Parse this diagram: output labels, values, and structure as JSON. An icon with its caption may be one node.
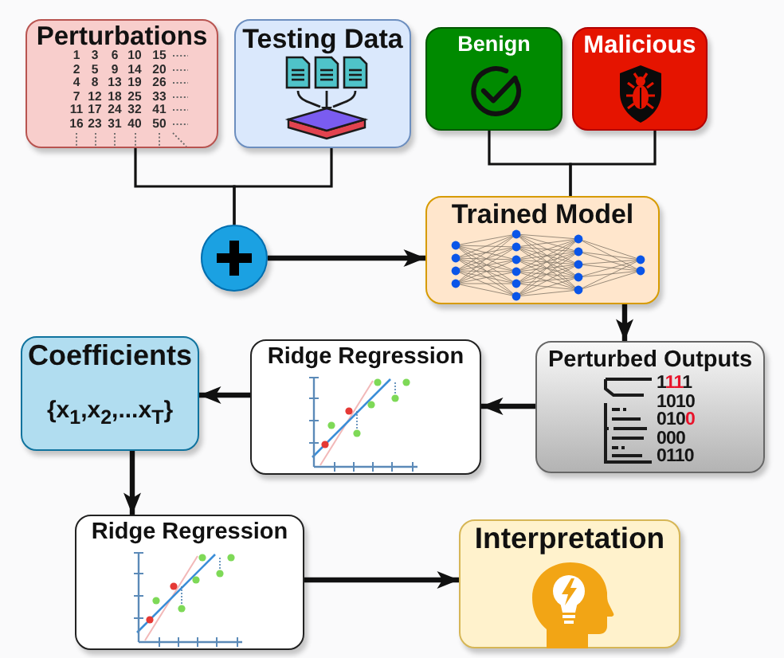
{
  "diagram": {
    "nodes": [
      {
        "text": [
          "Perturbations"
        ]
      },
      {
        "text": [
          "Testing Data"
        ]
      },
      {
        "text": [
          "Benign"
        ]
      },
      {
        "text": [
          "Malicious"
        ]
      },
      {
        "text": [],
        "shape": "circle"
      },
      {
        "text": [
          "Trained Model"
        ]
      },
      {
        "text": [
          "Perturbed Outputs"
        ]
      },
      {
        "text": [
          "Ridge Regression"
        ]
      },
      {
        "text": [
          "Coefficients",
          "{x$_{1}$,x$_{2}$,...x$_{T}$}"
        ]
      },
      {
        "text": [
          "Ridge Regression"
        ]
      },
      {
        "text": [
          "Interpretation"
        ]
      }
    ],
    "edges": [
      {
        "from": 0,
        "to": 4,
        "arrow": "none"
      },
      {
        "from": 1,
        "to": 4,
        "arrow": "none"
      },
      {
        "from": 2,
        "to": 5,
        "arrow": "none"
      },
      {
        "from": 3,
        "to": 5,
        "arrow": "none"
      },
      {
        "from": 4,
        "to": 5,
        "arrow": "to"
      },
      {
        "from": 5,
        "to": 6,
        "arrow": "to"
      },
      {
        "from": 6,
        "to": 7,
        "arrow": "to"
      },
      {
        "from": 7,
        "to": 8,
        "arrow": "to"
      },
      {
        "from": 8,
        "to": 9,
        "arrow": "to"
      },
      {
        "from": 9,
        "to": 10,
        "arrow": "to"
      }
    ],
    "labels": [
      "1",
      "3",
      "6",
      "10",
      "15",
      "2",
      "5",
      "9",
      "14",
      "20",
      "4",
      "8",
      "13",
      "19",
      "26",
      "7",
      "12",
      "18",
      "25",
      "33",
      "11",
      "17",
      "24",
      "32",
      "41",
      "16",
      "23",
      "31",
      "40",
      "50",
      "1111",
      "1010",
      "0100",
      "000",
      "0110"
    ]
  }
}
